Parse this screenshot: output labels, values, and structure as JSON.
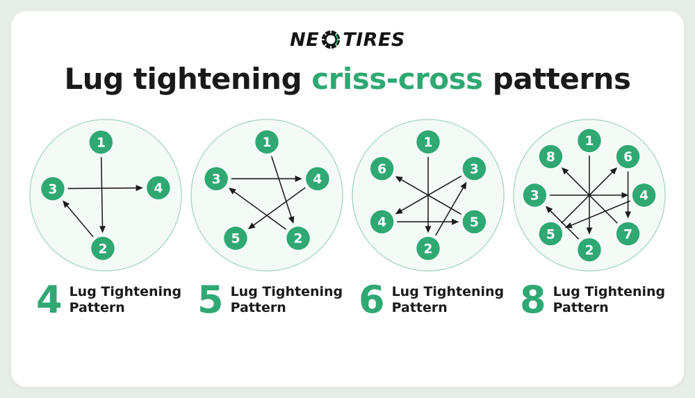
{
  "page": {
    "background": "#e7eee8",
    "card_background": "#ffffff"
  },
  "logo": {
    "text_left": "NE",
    "text_right": "TIRES",
    "icon": "tire-icon"
  },
  "title": {
    "prefix": "Lug tightening ",
    "highlight": "criss-cross",
    "suffix": " patterns"
  },
  "colors": {
    "green": "#2fa873",
    "title_text": "#1a1a1a",
    "arrow": "#1c1c1c",
    "wheel_fill": "#f4faf6",
    "wheel_stroke": "#a8d9c2",
    "lug_number_text": "#ffffff"
  },
  "patterns": [
    {
      "id": "4-lug",
      "number": "4",
      "caption_line1": "Lug Tightening",
      "caption_line2": "Pattern",
      "lug_ring_radius": 78,
      "lugs": [
        {
          "n": "1",
          "angle": -95
        },
        {
          "n": "4",
          "angle": -8
        },
        {
          "n": "2",
          "angle": 93
        },
        {
          "n": "3",
          "angle": 187
        }
      ],
      "sequence": [
        "1",
        "2",
        "3",
        "4"
      ]
    },
    {
      "id": "5-lug",
      "number": "5",
      "caption_line1": "Lug Tightening",
      "caption_line2": "Pattern",
      "lug_ring_radius": 78,
      "lugs": [
        {
          "n": "1",
          "angle": -90
        },
        {
          "n": "4",
          "angle": -18
        },
        {
          "n": "2",
          "angle": 54
        },
        {
          "n": "5",
          "angle": 126
        },
        {
          "n": "3",
          "angle": 198
        }
      ],
      "sequence": [
        "1",
        "2",
        "3",
        "4",
        "5"
      ]
    },
    {
      "id": "6-lug",
      "number": "6",
      "caption_line1": "Lug Tightening",
      "caption_line2": "Pattern",
      "lug_ring_radius": 78,
      "lugs": [
        {
          "n": "1",
          "angle": -90
        },
        {
          "n": "3",
          "angle": -30
        },
        {
          "n": "5",
          "angle": 30
        },
        {
          "n": "2",
          "angle": 90
        },
        {
          "n": "4",
          "angle": 150
        },
        {
          "n": "6",
          "angle": 210
        }
      ],
      "sequence": [
        "1",
        "2",
        "3",
        "4",
        "5",
        "6"
      ]
    },
    {
      "id": "8-lug",
      "number": "8",
      "caption_line1": "Lug Tightening",
      "caption_line2": "Pattern",
      "lug_ring_radius": 80,
      "lugs": [
        {
          "n": "1",
          "angle": -90
        },
        {
          "n": "6",
          "angle": -45
        },
        {
          "n": "4",
          "angle": 0
        },
        {
          "n": "7",
          "angle": 45
        },
        {
          "n": "2",
          "angle": 90
        },
        {
          "n": "5",
          "angle": 135
        },
        {
          "n": "3",
          "angle": 180
        },
        {
          "n": "8",
          "angle": 225
        }
      ],
      "sequence": [
        "1",
        "2",
        "3",
        "4",
        "5",
        "6",
        "7",
        "8"
      ]
    }
  ]
}
